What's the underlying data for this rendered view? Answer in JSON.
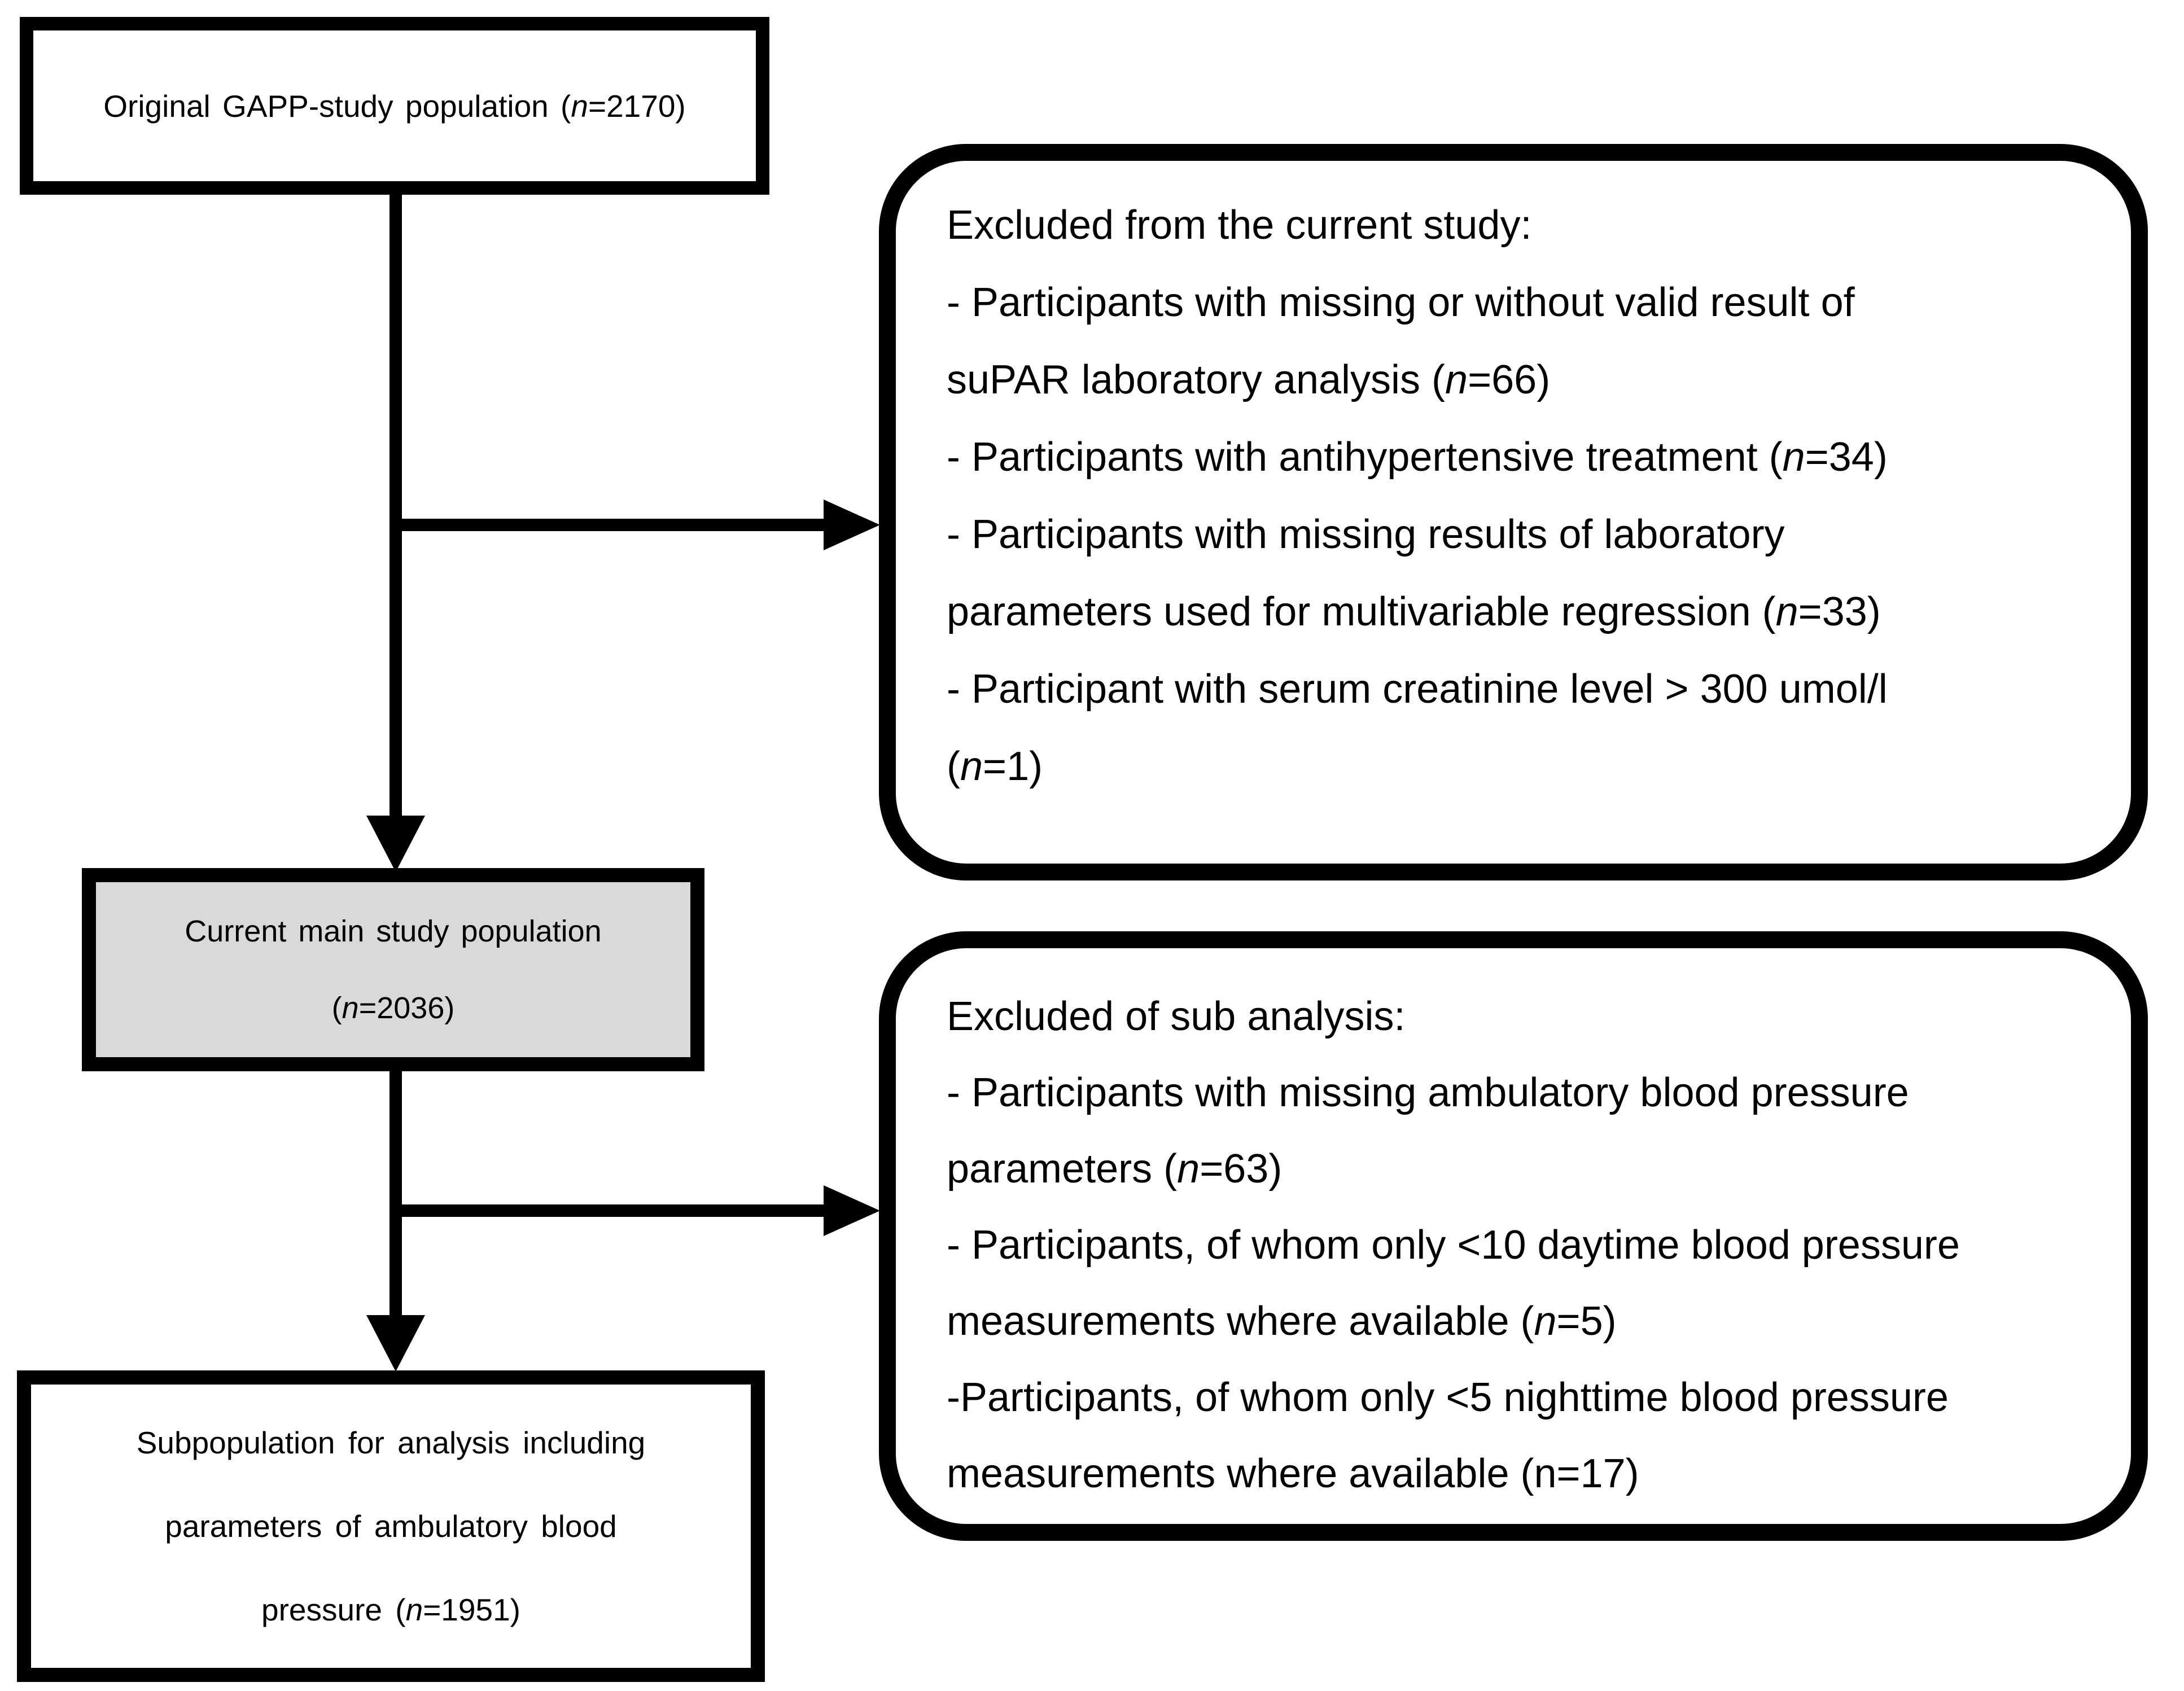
{
  "figure": {
    "background_color": "#ffffff",
    "line_color": "#000000",
    "gray_fill_color": "#d9d9d9"
  },
  "boxes": {
    "original": {
      "lines": [
        {
          "text": "Original GAPP-study population (n=2170)",
          "italic_n": true
        }
      ]
    },
    "main": {
      "lines": [
        {
          "text": "Current main study population",
          "italic_n": false
        },
        {
          "text": "(n=2036)",
          "italic_n": true
        }
      ]
    },
    "sub": {
      "lines": [
        {
          "text": "Subpopulation for analysis including",
          "italic_n": false
        },
        {
          "text": "parameters of ambulatory blood",
          "italic_n": false
        },
        {
          "text": "pressure (n=1951)",
          "italic_n": true
        }
      ]
    },
    "excluded_main": {
      "lines": [
        {
          "text": "Excluded from the current study:",
          "italic_n": false
        },
        {
          "text": "- Participants with missing or without valid result of",
          "italic_n": false
        },
        {
          "text": "suPAR laboratory analysis (n=66)",
          "italic_n": true
        },
        {
          "text": "- Participants with antihypertensive treatment (n=34)",
          "italic_n": true
        },
        {
          "text": "- Participants with missing results of laboratory",
          "italic_n": false
        },
        {
          "text": "parameters used for multivariable regression (n=33)",
          "italic_n": true
        },
        {
          "text": "- Participant with serum creatinine level > 300 umol/l",
          "italic_n": false
        },
        {
          "text": "(n=1)",
          "italic_n": true
        }
      ]
    },
    "excluded_sub": {
      "lines": [
        {
          "text": "Excluded of sub analysis:",
          "italic_n": false
        },
        {
          "text": "- Participants with missing ambulatory blood pressure",
          "italic_n": false
        },
        {
          "text": "parameters (n=63)",
          "italic_n": true
        },
        {
          "text": "- Participants, of whom only <10 daytime blood pressure",
          "italic_n": false
        },
        {
          "text": "measurements where available (n=5)",
          "italic_n": true
        },
        {
          "text": "-Participants, of whom only <5 nighttime blood pressure",
          "italic_n": false
        },
        {
          "text": "measurements where available (n=17)",
          "italic_n": false
        }
      ]
    }
  }
}
